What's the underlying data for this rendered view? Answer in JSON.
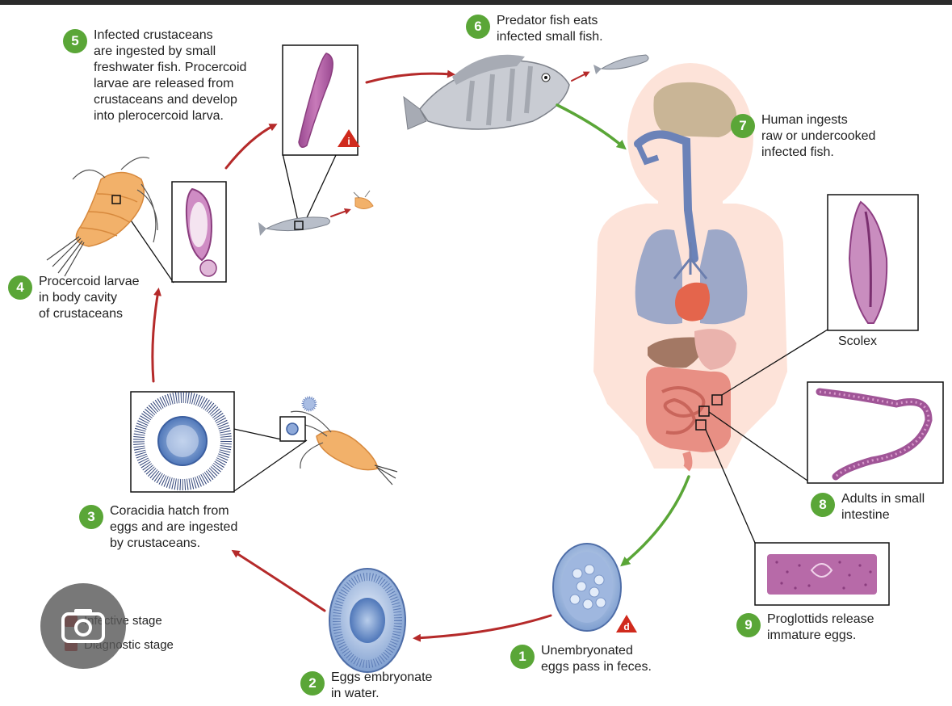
{
  "steps": [
    {
      "num": "1",
      "text": "Unembryonated\neggs pass in feces."
    },
    {
      "num": "2",
      "text": "Eggs embryonate\nin water."
    },
    {
      "num": "3",
      "text": "Coracidia hatch from\neggs and are ingested\nby crustaceans."
    },
    {
      "num": "4",
      "text": "Procercoid larvae\nin body cavity\nof crustaceans"
    },
    {
      "num": "5",
      "text": "Infected crustaceans\nare ingested by small\nfreshwater fish. Procercoid\nlarvae are released from\ncrustaceans and develop\ninto plerocercoid larva."
    },
    {
      "num": "6",
      "text": "Predator fish eats\ninfected small fish."
    },
    {
      "num": "7",
      "text": "Human ingests\nraw or undercooked\ninfected fish."
    },
    {
      "num": "8",
      "text": "Adults in small\nintestine"
    },
    {
      "num": "9",
      "text": "Proglottids release\nimmature eggs."
    }
  ],
  "scolex_label": "Scolex",
  "legend": [
    {
      "label": "Infective stage",
      "visible_text": "ective stage",
      "symbol": "i",
      "color": "#c8201e"
    },
    {
      "label": "Diagnostic stage",
      "visible_text": "Diagnostic stage",
      "symbol": "d",
      "color": "#c8201e"
    }
  ],
  "marker_infective": "i",
  "marker_diagnostic": "d",
  "colors": {
    "badge": "#5aa637",
    "arrow_red": "#b52a2a",
    "arrow_green": "#5aa637"
  },
  "overlay_icon": "google-lens-icon"
}
